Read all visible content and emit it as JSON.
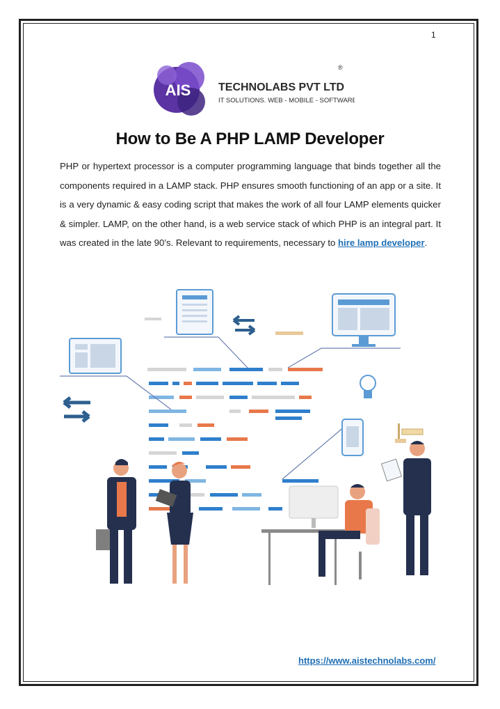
{
  "page": {
    "number": "1"
  },
  "logo": {
    "monogram": "AIS",
    "company": "TECHNOLABS PVT LTD",
    "tagline": "IT SOLUTIONS. WEB - MOBILE - SOFTWARE",
    "registered": "®",
    "colors": {
      "purple": "#6a3fb0",
      "dark": "#2b2b2b"
    }
  },
  "article": {
    "title": "How to Be A PHP LAMP Developer",
    "body_text": "PHP or hypertext processor is a computer programming language that binds together all the components required in a LAMP stack. PHP ensures smooth functioning of an app or a site. It is a very dynamic & easy coding script that makes the work of all four LAMP elements quicker & simpler. LAMP, on the other hand, is a web service stack of which PHP is an integral part. It was created in the late 90’s. Relevant to requirements, necessary to ",
    "link_text": "hire lamp developer",
    "body_end": "."
  },
  "footer": {
    "url": "https://www.aistechnolabs.com/"
  },
  "colors": {
    "blue": "#2f7fcc",
    "light_blue": "#7fb6e3",
    "orange": "#e8784a",
    "grey": "#d5d5d5",
    "navy": "#25304f"
  }
}
